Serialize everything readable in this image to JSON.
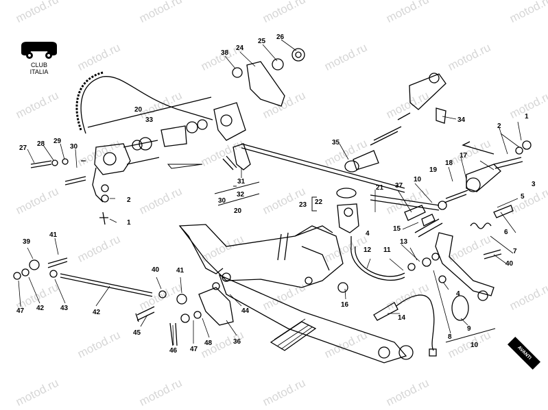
{
  "logo": {
    "line1": "CLUB",
    "line2": "ITALIA"
  },
  "watermark": "motod.ru",
  "direction_badge": "AVANTI",
  "labels": [
    "38",
    "24",
    "25",
    "26",
    "20",
    "33",
    "34",
    "35",
    "27",
    "28",
    "29",
    "30",
    "1",
    "2",
    "3",
    "17",
    "18",
    "19",
    "10",
    "21",
    "22",
    "23",
    "37",
    "31",
    "32",
    "30",
    "20",
    "2",
    "1",
    "4",
    "15",
    "5",
    "6",
    "7",
    "40",
    "39",
    "41",
    "47",
    "42",
    "43",
    "42",
    "40",
    "41",
    "44",
    "45",
    "46",
    "47",
    "48",
    "36",
    "16",
    "12",
    "11",
    "13",
    "14",
    "8",
    "9",
    "10",
    "4"
  ]
}
